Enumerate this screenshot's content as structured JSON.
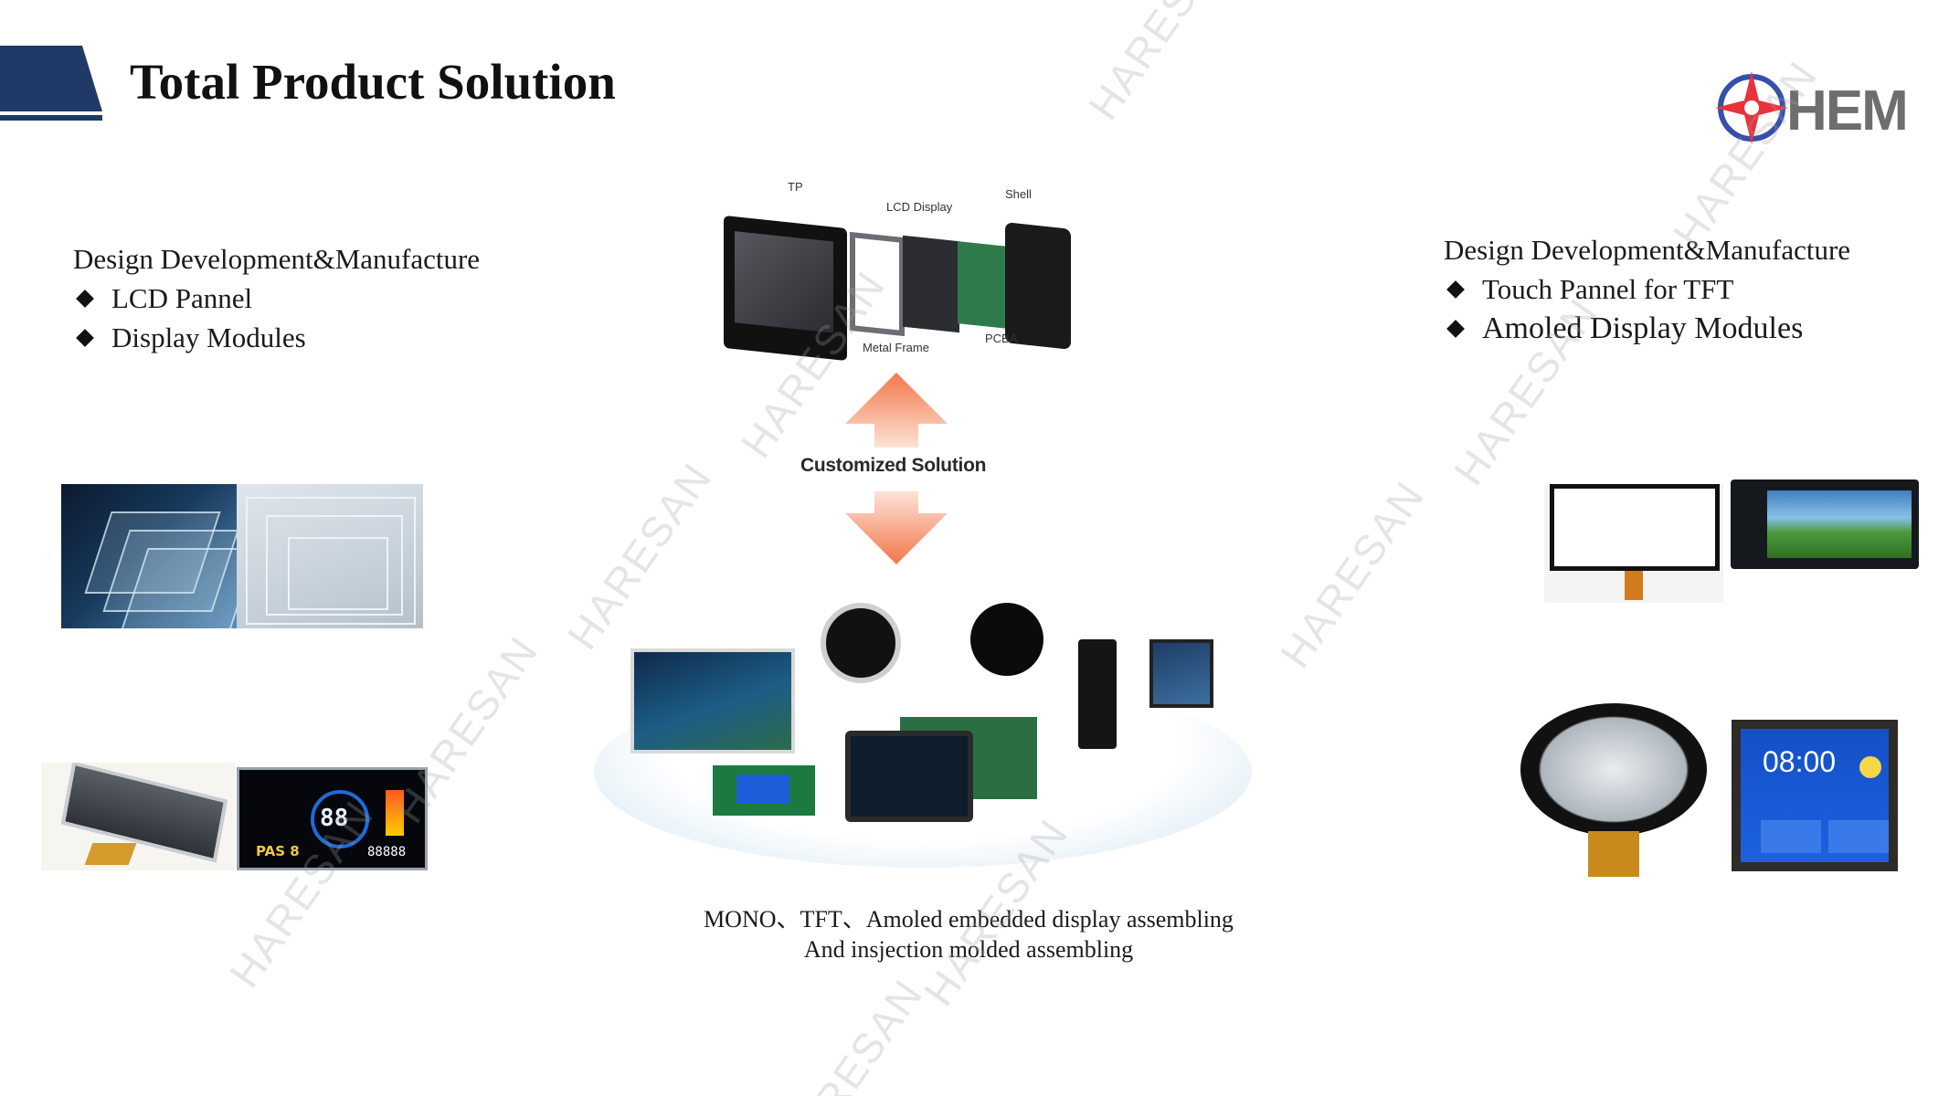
{
  "header": {
    "title": "Total Product Solution",
    "logo_text": "HEM",
    "accent_color": "#1f3a66",
    "logo_red": "#e8323c",
    "logo_blue": "#3450a8"
  },
  "left_block": {
    "heading": "Design  Development&Manufacture",
    "items": [
      "LCD Pannel",
      "Display Modules"
    ]
  },
  "right_block": {
    "heading": "Design Development&Manufacture",
    "items": [
      "Touch Pannel for TFT",
      "Amoled Display Modules"
    ]
  },
  "exploded_view": {
    "labels": {
      "tp": "TP",
      "lcd_display": "LCD Display",
      "shell": "Shell",
      "metal_frame": "Metal Frame",
      "pcba": "PCBA"
    }
  },
  "center": {
    "label": "Customized Solution",
    "arrow_color": "#f2764a"
  },
  "caption": {
    "line1": "MONO、TFT、Amoled embedded display assembling",
    "line2": "And insjection molded assembling"
  },
  "photo_text": {
    "dash_speed": "88",
    "dash_pas": "PAS 8",
    "dash_odo": "88888",
    "clock_time": "08:00"
  },
  "watermark": {
    "text": "HARESAN",
    "short": "RESAN"
  }
}
